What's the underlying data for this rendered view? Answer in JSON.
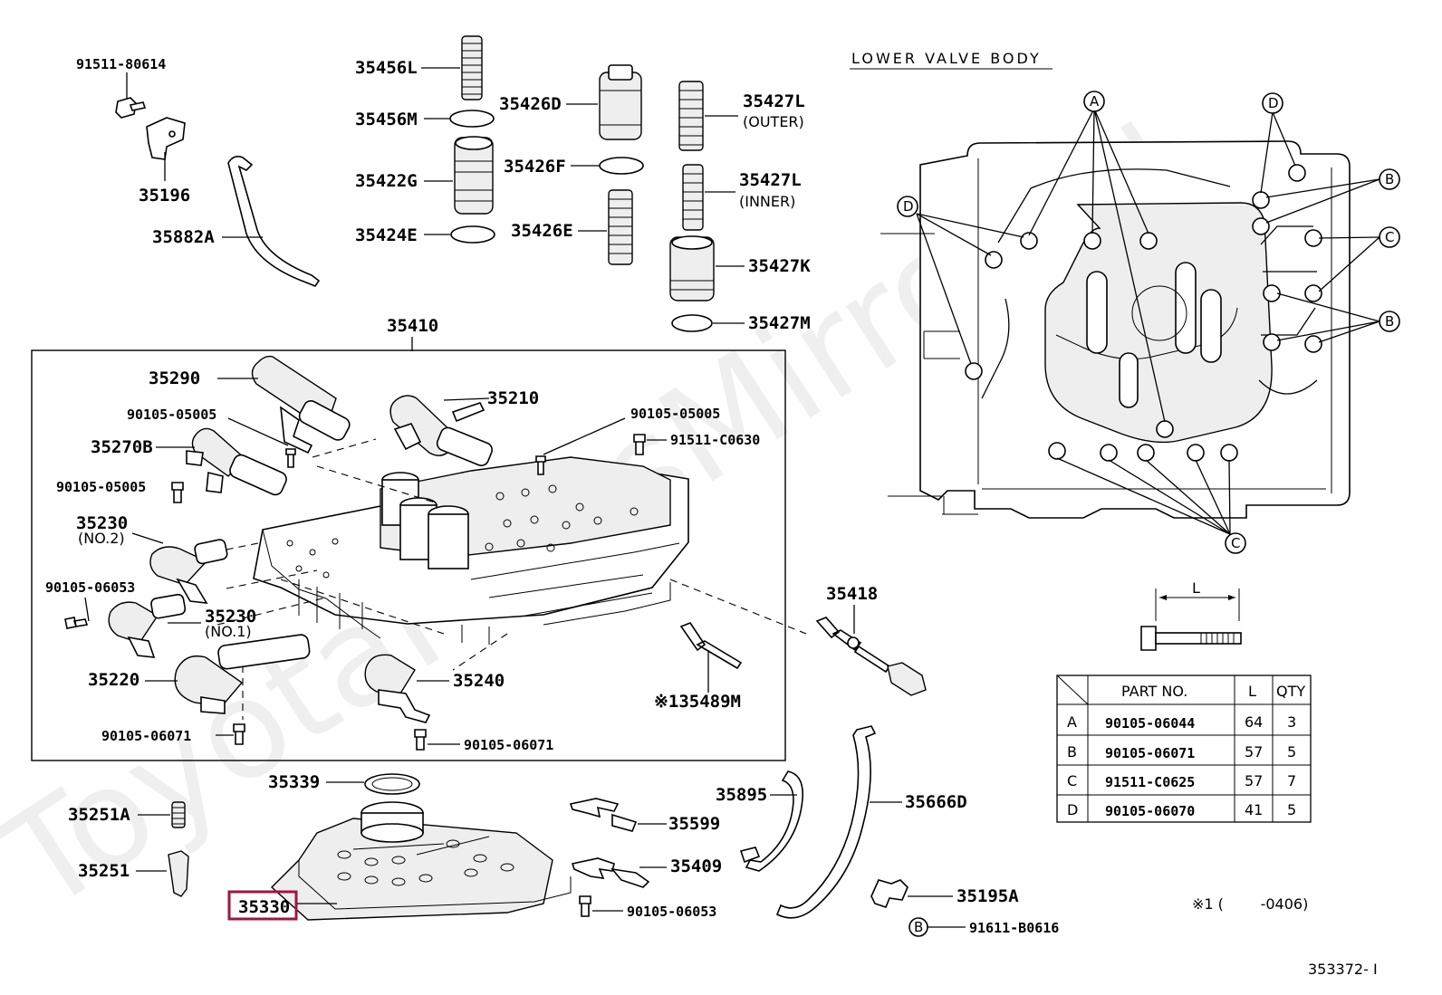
{
  "section_title": "LOWER VALVE BODY",
  "highlight_color": "#a0153e",
  "parts": {
    "p91511_80614": "91511-80614",
    "p35196": "35196",
    "p35882A": "35882A",
    "p35456L": "35456L",
    "p35456M": "35456M",
    "p35422G": "35422G",
    "p35424E": "35424E",
    "p35426D": "35426D",
    "p35426F": "35426F",
    "p35426E": "35426E",
    "p35427L_outer": "35427L",
    "p35427L_outer_note": "(OUTER)",
    "p35427L_inner": "35427L",
    "p35427L_inner_note": "(INNER)",
    "p35427K": "35427K",
    "p35427M": "35427M",
    "p35410": "35410",
    "p35290": "35290",
    "p35210": "35210",
    "p90105_05005_a": "90105-05005",
    "p90105_05005_b": "90105-05005",
    "p90105_05005_c": "90105-05005",
    "p91511_C0630": "91511-C0630",
    "p35270B": "35270B",
    "p35230_no2": "35230",
    "p35230_no2_note": "(NO.2)",
    "p90105_06053_a": "90105-06053",
    "p35230_no1": "35230",
    "p35230_no1_note": "(NO.1)",
    "p35220": "35220",
    "p35240": "35240",
    "p90105_06071_a": "90105-06071",
    "p90105_06071_b": "90105-06071",
    "p35489M": "※135489M",
    "p35418": "35418",
    "p35339": "35339",
    "p35251A": "35251A",
    "p35251": "35251",
    "p35330": "35330",
    "p35895": "35895",
    "p35599": "35599",
    "p35409": "35409",
    "p90105_06053_b": "90105-06053",
    "p35666D": "35666D",
    "p35195A": "35195A",
    "p91611_B0616": "91611-B0616",
    "b_circle": "B"
  },
  "bolt_dim_label": "L",
  "callouts": [
    "A",
    "B",
    "C",
    "D"
  ],
  "bolt_table": {
    "headers": [
      "",
      "PART NO.",
      "L",
      "QTY"
    ],
    "rows": [
      {
        "key": "A",
        "part": "90105-06044",
        "l": "64",
        "qty": "3"
      },
      {
        "key": "B",
        "part": "90105-06071",
        "l": "57",
        "qty": "5"
      },
      {
        "key": "C",
        "part": "91511-C0625",
        "l": "57",
        "qty": "7"
      },
      {
        "key": "D",
        "part": "90105-06070",
        "l": "41",
        "qty": "5"
      }
    ]
  },
  "footnote": "※1 (        -0406)",
  "figure_id": "353372- I",
  "watermark": "ToyotaPartsMirror.ru"
}
